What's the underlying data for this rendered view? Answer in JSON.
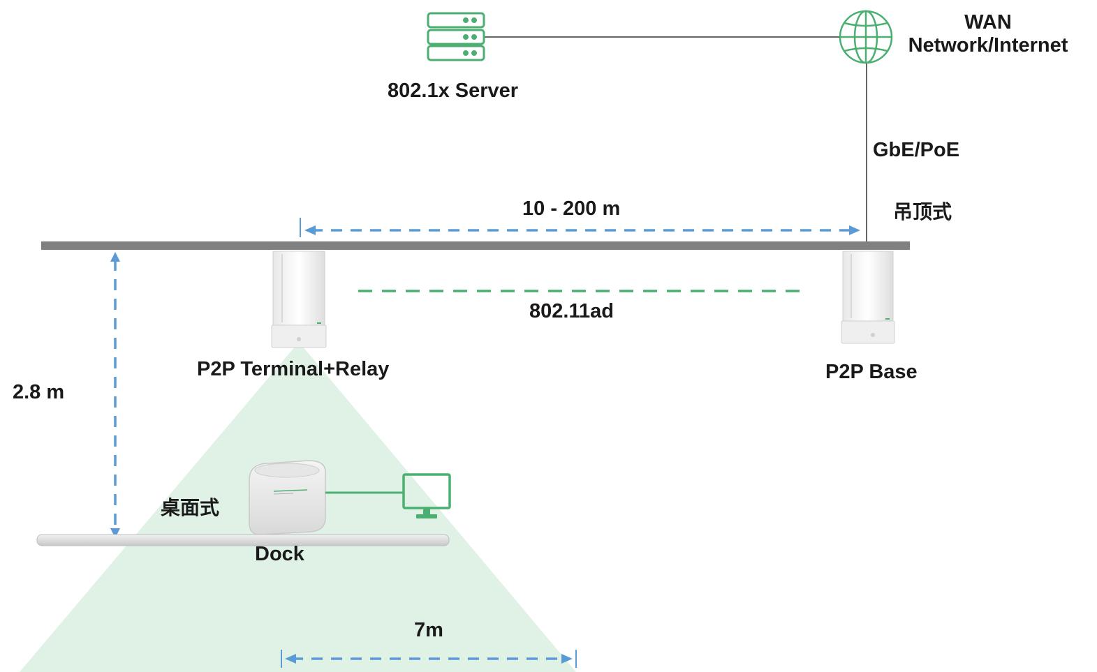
{
  "labels": {
    "server": "802.1x Server",
    "wan_line1": "WAN",
    "wan_line2": "Network/Internet",
    "uplink": "GbE/PoE",
    "ceiling_mount": "吊顶式",
    "span_distance": "10 - 200 m",
    "wireless_link": "802.11ad",
    "terminal": "P2P Terminal+Relay",
    "base": "P2P Base",
    "height": "2.8 m",
    "desk_mount": "桌面式",
    "dock": "Dock",
    "coverage": "7m"
  },
  "colors": {
    "accent_green": "#4caf72",
    "dash_blue": "#5b9bd5",
    "ceiling_gray": "#808080",
    "coverage_fill": "#e0f2e6",
    "link_green": "#4caf72"
  },
  "icons": {
    "server": "server-icon",
    "wan": "globe-icon",
    "monitor": "monitor-icon"
  }
}
